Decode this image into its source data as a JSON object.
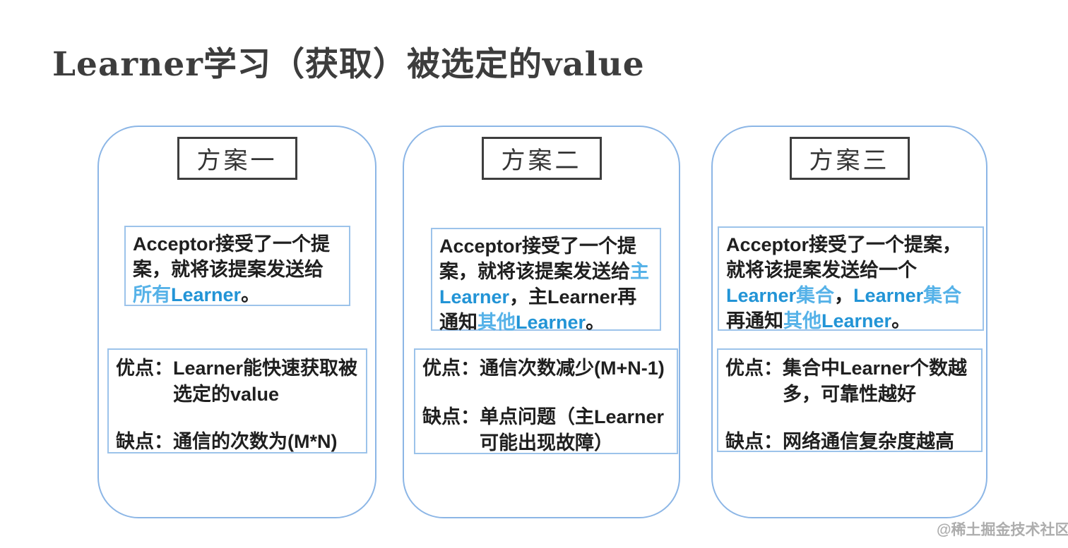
{
  "slide": {
    "title": "Learner学习（获取）被选定的value",
    "watermark": "@稀土掘金技术社区"
  },
  "colors": {
    "text": "#1f1f1f",
    "blue": "#2294d6",
    "blue_light": "#56b2e8",
    "panel_border": "#8cb6e6",
    "inner_box_border": "#9cc3ea",
    "header_box_border": "#3e3e3e",
    "title_text": "#3d3d3d",
    "watermark_text": "#adadad"
  },
  "panels": [
    {
      "header": "方案一",
      "description_segments": [
        {
          "text": "Acceptor接受了一个提案，就将该提案发送给",
          "color": "text"
        },
        {
          "text": "所有",
          "color": "blue_light"
        },
        {
          "text": "Learner",
          "color": "blue"
        },
        {
          "text": "。",
          "color": "text"
        }
      ],
      "pros": {
        "label": "优点：",
        "text": "Learner能快速获取被选定的value"
      },
      "cons": {
        "label": "缺点：",
        "text": "通信的次数为(M*N)"
      }
    },
    {
      "header": "方案二",
      "description_segments": [
        {
          "text": "Acceptor接受了一个提案，就将该提案发送给",
          "color": "text"
        },
        {
          "text": "主",
          "color": "blue_light"
        },
        {
          "text": "Learner",
          "color": "blue"
        },
        {
          "text": "，主Learner再通知",
          "color": "text"
        },
        {
          "text": "其他",
          "color": "blue_light"
        },
        {
          "text": "Learner",
          "color": "blue"
        },
        {
          "text": "。",
          "color": "text"
        }
      ],
      "pros": {
        "label": "优点：",
        "text": "通信次数减少(M+N-1)"
      },
      "cons": {
        "label": "缺点：",
        "text": "单点问题（主Learner可能出现故障）"
      }
    },
    {
      "header": "方案三",
      "description_segments": [
        {
          "text": "Acceptor接受了一个提案，就将该提案发送给一个",
          "color": "text"
        },
        {
          "text": "Learner",
          "color": "blue"
        },
        {
          "text": "集合",
          "color": "blue_light"
        },
        {
          "text": "，",
          "color": "text"
        },
        {
          "text": "Learner",
          "color": "blue"
        },
        {
          "text": "集合",
          "color": "blue_light"
        },
        {
          "text": "再通知",
          "color": "text"
        },
        {
          "text": "其他",
          "color": "blue_light"
        },
        {
          "text": "Learner",
          "color": "blue"
        },
        {
          "text": "。",
          "color": "text"
        }
      ],
      "pros": {
        "label": "优点：",
        "text": "集合中Learner个数越多，可靠性越好"
      },
      "cons": {
        "label": "缺点：",
        "text": "网络通信复杂度越高"
      }
    }
  ]
}
